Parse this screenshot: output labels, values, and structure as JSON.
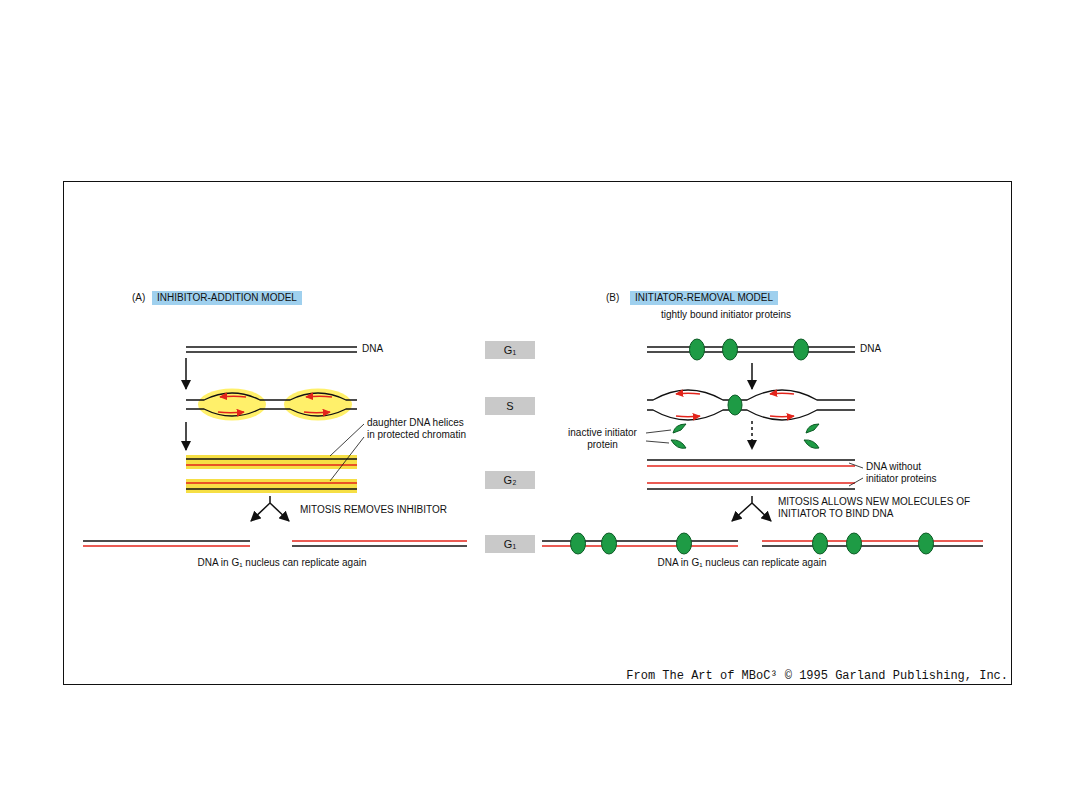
{
  "diagram": {
    "nodes": [
      {
        "text": [
          "INHIBITOR-ADDITION MODEL"
        ]
      },
      {
        "text": [
          "INITIATOR-REMOVAL MODEL"
        ]
      },
      {
        "text": [
          "G₁"
        ]
      },
      {
        "text": [
          "S"
        ]
      },
      {
        "text": [
          "G₂"
        ]
      },
      {
        "text": [
          "G₁"
        ]
      }
    ],
    "labels": [
      "(A)",
      "(B)",
      "tightly bound initiator proteins",
      "DNA",
      "DNA",
      "daughter DNA helices in protected chromatin",
      "inactive initiator protein",
      "DNA without initiator proteins",
      "MITOSIS REMOVES INHIBITOR",
      "MITOSIS ALLOWS NEW MOLECULES OF INITIATOR TO BIND DNA",
      "DNA in G₁ nucleus can replicate again",
      "DNA in G₁ nucleus can replicate again",
      "From The Art of MBoC³ © 1995 Garland Publishing, Inc."
    ]
  }
}
